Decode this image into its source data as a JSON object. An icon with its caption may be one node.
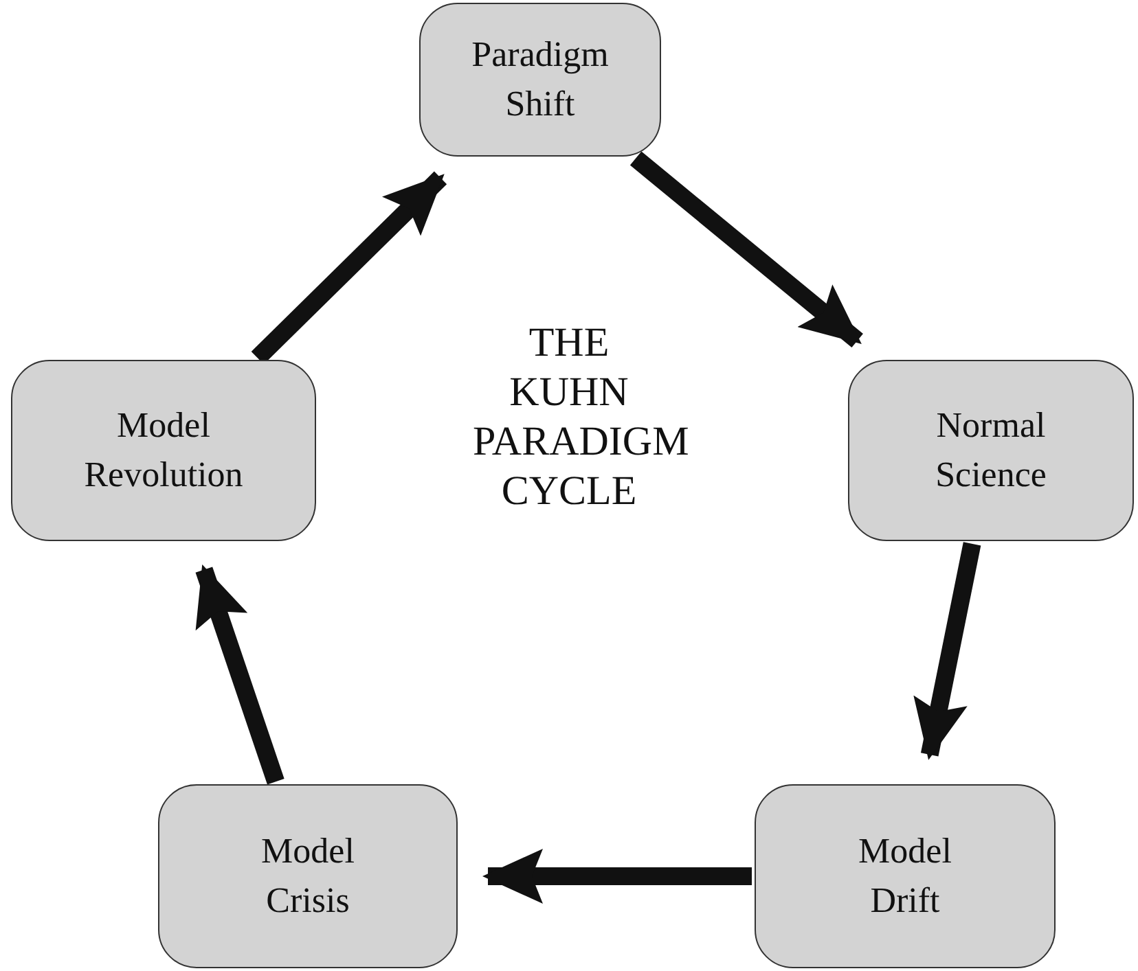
{
  "diagram": {
    "title": "THE KUHN PARADIGM CYCLE",
    "nodes": [
      {
        "text": [
          "Paradigm Shift"
        ]
      },
      {
        "text": [
          "Normal Science"
        ]
      },
      {
        "text": [
          "Model Drift"
        ]
      },
      {
        "text": [
          "Model Crisis"
        ]
      },
      {
        "text": [
          "Model Revolution"
        ]
      }
    ],
    "edges": [
      {
        "from": 0,
        "to": 1,
        "arrow": "to"
      },
      {
        "from": 1,
        "to": 2,
        "arrow": "to"
      },
      {
        "from": 2,
        "to": 3,
        "arrow": "to"
      },
      {
        "from": 3,
        "to": 4,
        "arrow": "to"
      },
      {
        "from": 4,
        "to": 0,
        "arrow": "to"
      }
    ]
  }
}
